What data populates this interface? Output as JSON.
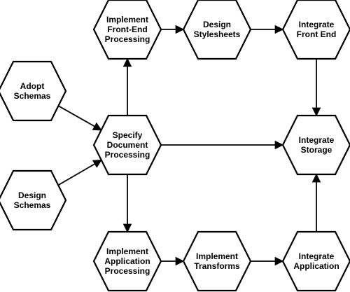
{
  "nodes": {
    "implement_front_end": [
      "Implement",
      "Front-End",
      "Processing"
    ],
    "design_stylesheets": [
      "Design",
      "Stylesheets"
    ],
    "integrate_front_end": [
      "Integrate",
      "Front   End"
    ],
    "adopt_schemas": [
      "Adopt",
      "Schemas"
    ],
    "specify_document_processing": [
      "Specify",
      "Document",
      "Processing"
    ],
    "integrate_storage": [
      "Integrate",
      "Storage"
    ],
    "design_schemas": [
      "Design",
      "Schemas"
    ],
    "implement_application_processing": [
      "Implement",
      "Application",
      "Processing"
    ],
    "implement_transforms": [
      "Implement",
      "Transforms"
    ],
    "integrate_application": [
      "Integrate",
      "Application"
    ]
  },
  "edges": [
    {
      "from": "adopt_schemas",
      "to": "specify_document_processing"
    },
    {
      "from": "design_schemas",
      "to": "specify_document_processing"
    },
    {
      "from": "specify_document_processing",
      "to": "implement_front_end"
    },
    {
      "from": "specify_document_processing",
      "to": "implement_application_processing"
    },
    {
      "from": "specify_document_processing",
      "to": "integrate_storage"
    },
    {
      "from": "implement_front_end",
      "to": "design_stylesheets"
    },
    {
      "from": "design_stylesheets",
      "to": "integrate_front_end"
    },
    {
      "from": "integrate_front_end",
      "to": "integrate_storage"
    },
    {
      "from": "implement_application_processing",
      "to": "implement_transforms"
    },
    {
      "from": "implement_transforms",
      "to": "integrate_application"
    },
    {
      "from": "integrate_application",
      "to": "integrate_storage"
    }
  ]
}
